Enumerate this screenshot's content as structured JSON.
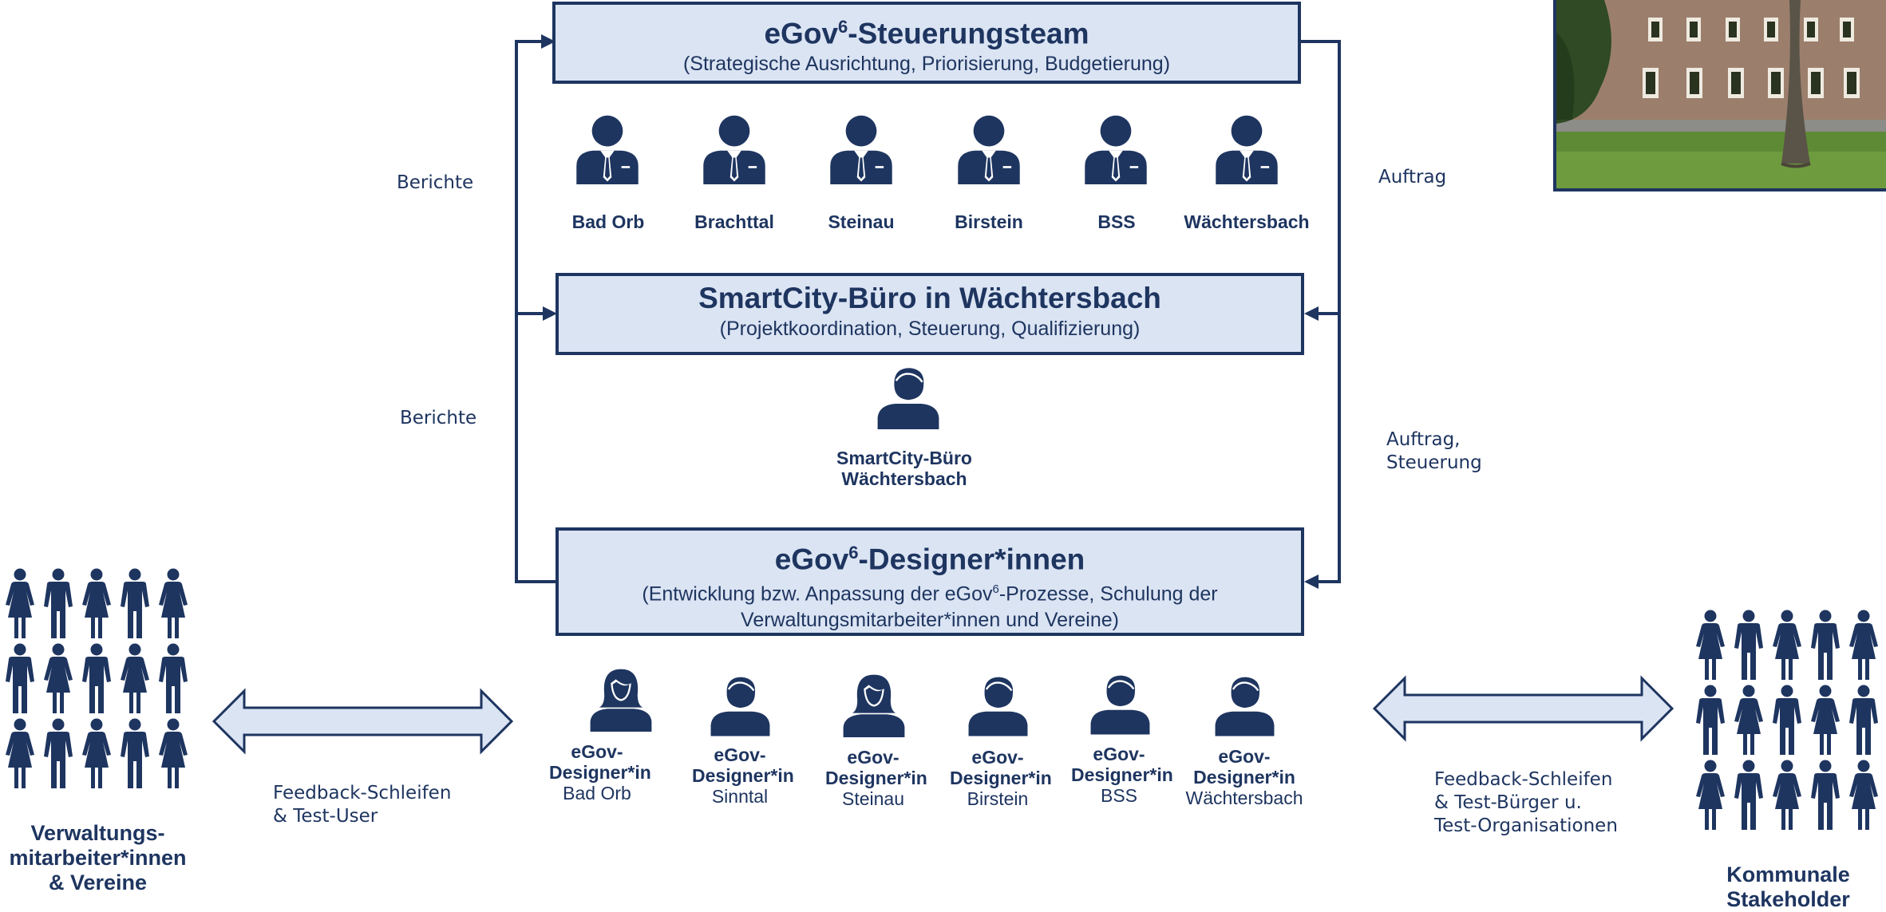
{
  "boxes": {
    "steering": {
      "title_pre": "eGov",
      "title_sup": "6",
      "title_post": "-Steuerungsteam",
      "subtitle": "(Strategische Ausrichtung, Priorisierung, Budgetierung)"
    },
    "smartcity": {
      "title": "SmartCity-Büro in Wächtersbach",
      "subtitle": "(Projektkoordination, Steuerung, Qualifizierung)"
    },
    "designers": {
      "title_pre": "eGov",
      "title_sup": "6",
      "title_post": "-Designer*innen",
      "subtitle_line1_pre": "(Entwicklung bzw. Anpassung der eGov",
      "subtitle_line1_sup": "6",
      "subtitle_line1_post": "-Prozesse, Schulung der",
      "subtitle_line2": "Verwaltungsmitarbeiter*innen und Vereine)"
    }
  },
  "steering_members": [
    "Bad Orb",
    "Brachttal",
    "Steinau",
    "Birstein",
    "BSS",
    "Wächtersbach"
  ],
  "smartcity_person": {
    "line1": "SmartCity-Büro",
    "line2": "Wächtersbach"
  },
  "designer_members": [
    {
      "role1": "eGov-",
      "role2": "Designer*in",
      "place": "Bad Orb"
    },
    {
      "role1": "eGov-",
      "role2": "Designer*in",
      "place": "Sinntal"
    },
    {
      "role1": "eGov-",
      "role2": "Designer*in",
      "place": "Steinau"
    },
    {
      "role1": "eGov-",
      "role2": "Designer*in",
      "place": "Birstein"
    },
    {
      "role1": "eGov-",
      "role2": "Designer*in",
      "place": "BSS"
    },
    {
      "role1": "eGov-",
      "role2": "Designer*in",
      "place": "Wächtersbach"
    }
  ],
  "arrow_labels": {
    "berichte_top": "Berichte",
    "berichte_mid": "Berichte",
    "auftrag_top": "Auftrag",
    "auftrag_mid_1": "Auftrag,",
    "auftrag_mid_2": "Steuerung"
  },
  "feedback": {
    "left_1": "Feedback-Schleifen",
    "left_2": "& Test-User",
    "right_1": "Feedback-Schleifen",
    "right_2": "& Test-Bürger u.",
    "right_3": "Test-Organisationen"
  },
  "groups": {
    "left_1": "Verwaltungs-",
    "left_2": "mitarbeiter*innen",
    "left_3": "& Vereine",
    "right_1": "Kommunale",
    "right_2": "Stakeholder"
  },
  "colors": {
    "navy": "#1e3560",
    "box_fill": "#dbe4f3",
    "arrow_fill": "#dbe4f3"
  },
  "icons": {
    "businessman": "businessman-icon",
    "man": "person-icon",
    "woman": "woman-icon"
  }
}
